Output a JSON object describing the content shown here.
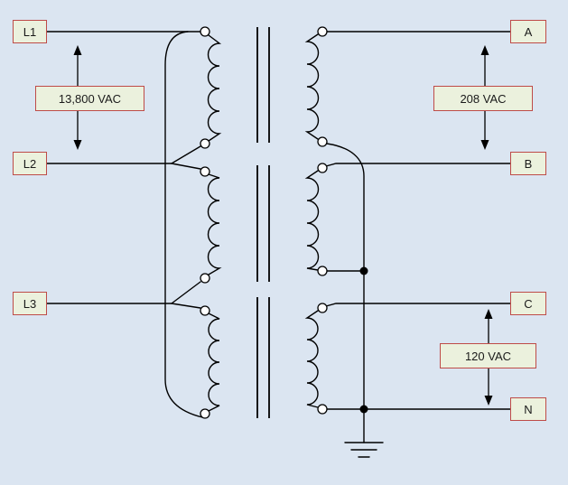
{
  "diagram": {
    "kind": "three-phase delta-wye transformer schematic",
    "primary_terminals": [
      {
        "label": "L1"
      },
      {
        "label": "L2"
      },
      {
        "label": "L3"
      }
    ],
    "secondary_terminals": [
      {
        "label": "A"
      },
      {
        "label": "B"
      },
      {
        "label": "C"
      },
      {
        "label": "N"
      }
    ],
    "voltage_labels": [
      {
        "label": "13,800 VAC",
        "side": "primary"
      },
      {
        "label": "208 VAC",
        "side": "secondary-line-to-line"
      },
      {
        "label": "120 VAC",
        "side": "secondary-line-to-neutral"
      }
    ],
    "colors": {
      "background": "#dbe5f1",
      "box_fill": "#ebf1dd",
      "box_border": "#be4b48",
      "line": "#000000",
      "text": "#1a1a1a"
    }
  }
}
